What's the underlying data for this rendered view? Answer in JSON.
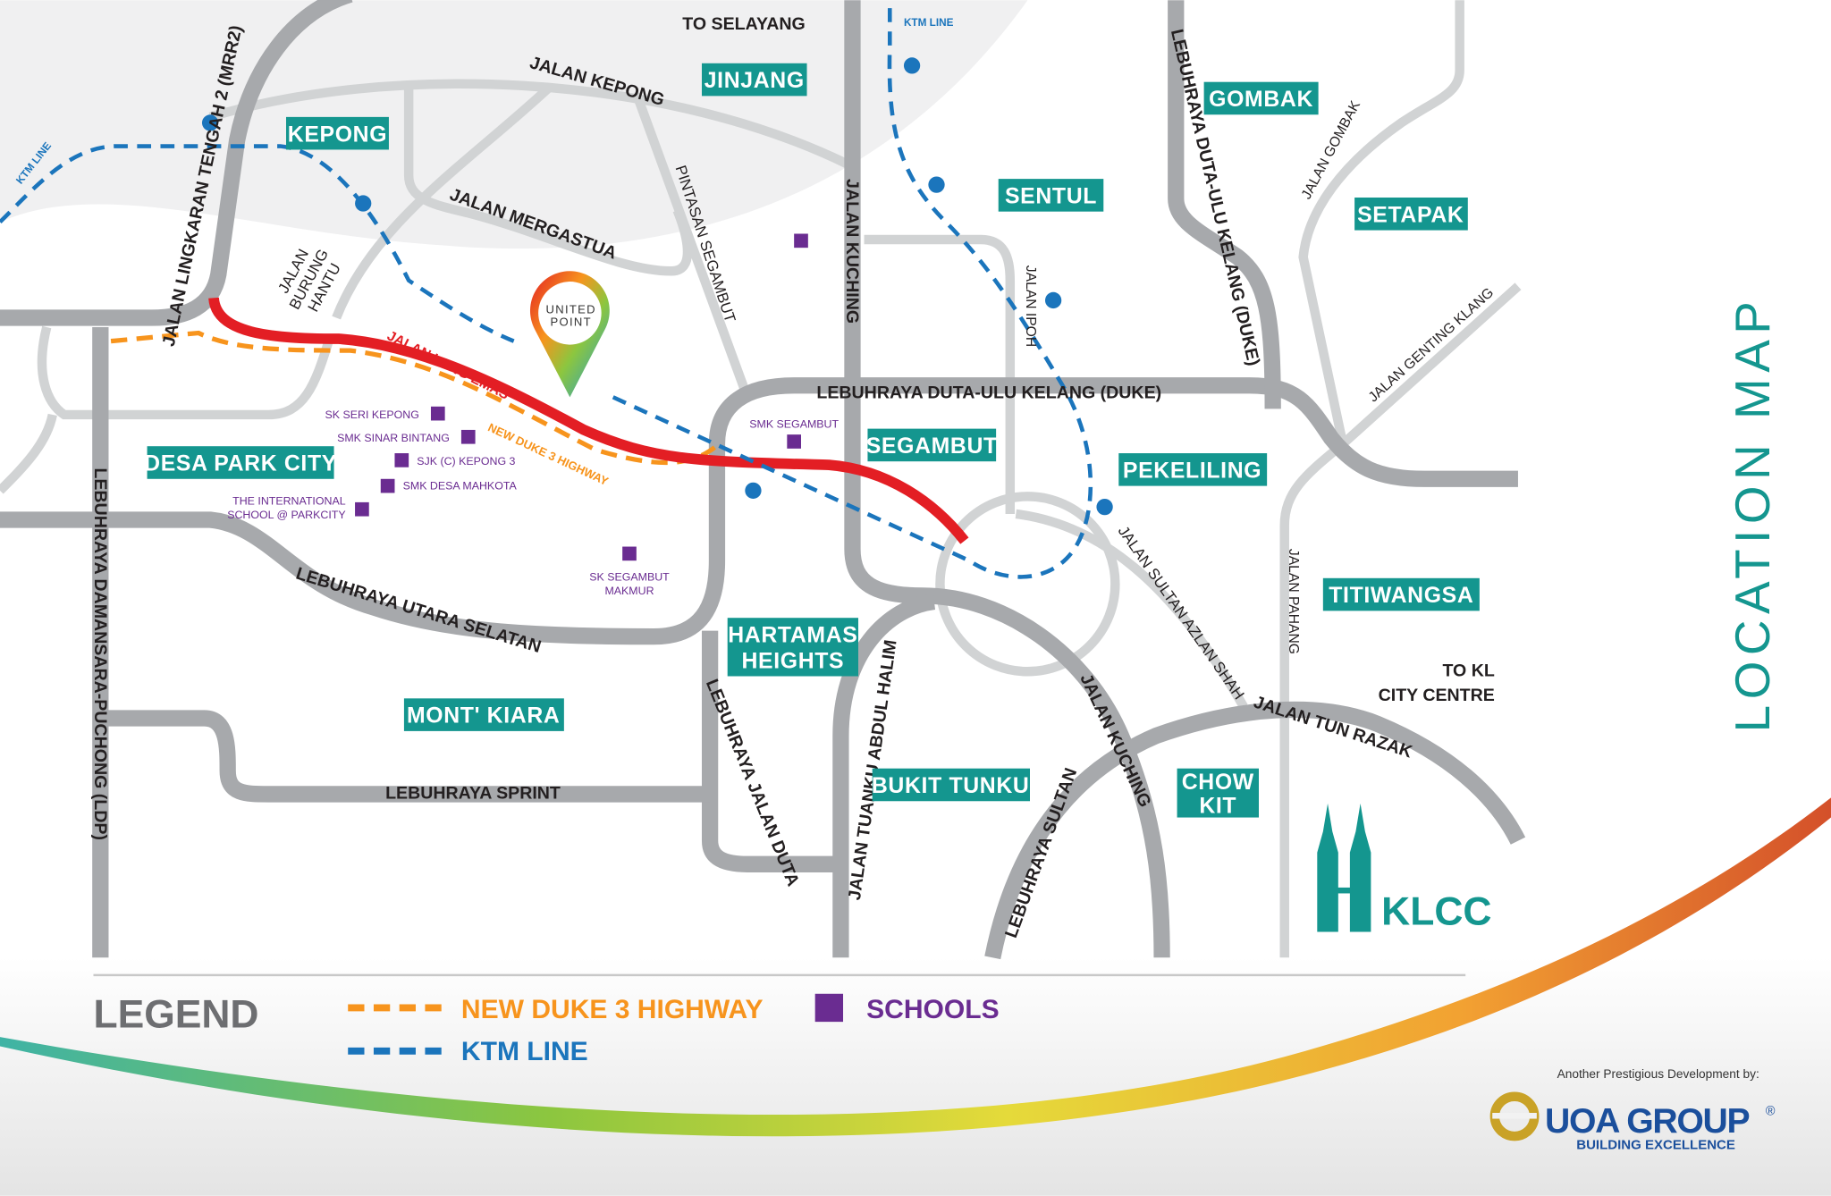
{
  "title": "LOCATION MAP",
  "areas": [
    "KEPONG",
    "JINJANG",
    "GOMBAK",
    "SENTUL",
    "SETAPAK",
    "DESA PARK CITY",
    "SEGAMBUT",
    "PEKELILING",
    "TITIWANGSA",
    "HARTAMAS",
    "HEIGHTS",
    "MONT' KIARA",
    "BUKIT TUNKU",
    "CHOW",
    "KIT"
  ],
  "roads": {
    "mrr2": "JALAN LINGKARAN TENGAH 2 (MRR2)",
    "kepong": "JALAN KEPONG",
    "mergastua": "JALAN MERGASTUA",
    "burung_hantu": [
      "JALAN",
      "BURUNG",
      "HANTU"
    ],
    "pintasan": "PINTASAN SEGAMBUT",
    "kuching_n": "JALAN KUCHING",
    "ipoh": "JALAN IPOH",
    "duke_v": "LEBUHRAYA DUTA-ULU KELANG (DUKE)",
    "gombak": "JALAN GOMBAK",
    "genting": "JALAN GENTING KLANG",
    "duke_h": "LEBUHRAYA DUTA-ULU KELANG (DUKE)",
    "lang_emas": "JALAN LANG EMAS",
    "duke3": "NEW DUKE 3 HIGHWAY",
    "azlan": "JALAN SULTAN AZLAN SHAH",
    "pahang": "JALAN PAHANG",
    "utara": "LEBUHRAYA UTARA SELATAN",
    "ldp": "LEBUHRAYA DAMANSARA-PUCHONG (LDP)",
    "sprint": "LEBUHRAYA SPRINT",
    "duta": "LEBUHRAYA JALAN DUTA",
    "halim": "JALAN TUANKU ABDUL HALIM",
    "kuching_s": "JALAN KUCHING",
    "sultan": "LEBUHRAYA SULTAN",
    "tun_razak": "JALAN TUN RAZAK"
  },
  "directions": {
    "selayang": "TO SELAYANG",
    "kl1": "TO KL",
    "kl2": "CITY CENTRE"
  },
  "ktm_labels": [
    "KTM LINE",
    "KTM LINE"
  ],
  "schools": [
    "SK SERI KEPONG",
    "SMK SINAR BINTANG",
    "SJK (C) KEPONG 3",
    "SMK DESA MAHKOTA",
    "THE INTERNATIONAL",
    "SCHOOL @ PARKCITY",
    "SMK SEGAMBUT",
    "SK SEGAMBUT",
    "MAKMUR"
  ],
  "pin": {
    "line1": "UNITED",
    "line2": "POINT"
  },
  "landmark": "KLCC",
  "legend": {
    "title": "LEGEND",
    "duke3": "NEW DUKE 3 HIGHWAY",
    "ktm": "KTM LINE",
    "schools": "SCHOOLS"
  },
  "developer": {
    "tagline": "Another Prestigious Development by:",
    "name": "UOA GROUP",
    "reg": "®",
    "slogan": "BUILDING EXCELLENCE"
  },
  "colors": {
    "teal": "#14968f",
    "red": "#e31e24",
    "orange": "#f7941d",
    "ktm": "#1b75bc",
    "schools": "#6a2c91"
  }
}
